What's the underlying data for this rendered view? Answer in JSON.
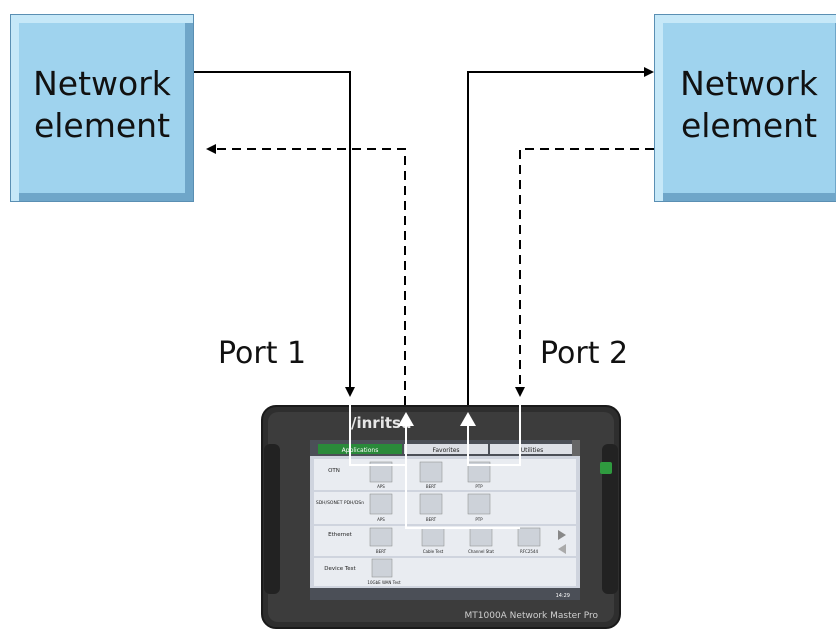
{
  "left_element": {
    "label": "Network element"
  },
  "right_element": {
    "label": "Network element"
  },
  "ports": {
    "port1": "Port 1",
    "port2": "Port 2"
  },
  "device": {
    "brand": "/inritsu",
    "model": "MT1000A Network Master Pro",
    "tabs": [
      "Applications",
      "Favorites",
      "Utilities"
    ],
    "rows": [
      {
        "label": "OTN",
        "apps": [
          "APS",
          "BERT",
          "PTP"
        ]
      },
      {
        "label": "SDH/SONET PDH/DSn",
        "apps": [
          "APS",
          "BERT",
          "PTP"
        ]
      },
      {
        "label": "Ethernet",
        "apps": [
          "BERT",
          "Cable Test",
          "Channel Stat",
          "RFC2544"
        ]
      },
      {
        "label": "Device Test",
        "apps": [
          "10GbE WAN Test"
        ]
      }
    ],
    "clock": "14:29"
  },
  "colors": {
    "box_fill": "#9fd3ee",
    "device_body": "#3a3a3a",
    "screen": "#d7dbe3",
    "active_tab": "#2a8a3a"
  }
}
